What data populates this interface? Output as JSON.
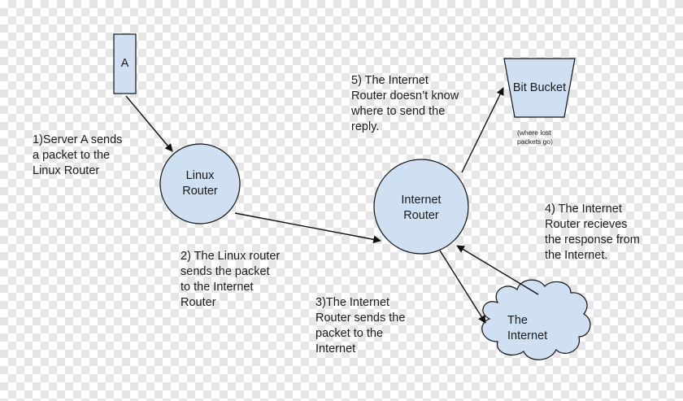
{
  "nodes": {
    "server": "A",
    "linux_router": "Linux\nRouter",
    "internet_router": "Internet\nRouter",
    "bit_bucket": "Bit Bucket",
    "bit_bucket_note": "(where lost\npackets go)",
    "internet": "The\nInternet"
  },
  "steps": {
    "step1": "1)Server A sends\na packet to the\nLinux Router",
    "step2": "2) The Linux router\nsends the packet\nto the Internet\nRouter",
    "step3": "3)The Internet\nRouter sends the\npacket to the\nInternet",
    "step4": "4) The Internet\nRouter recieves\nthe response from\nthe Internet.",
    "step5": "5) The Internet\nRouter doesn’t know\nwhere to send the\nreply."
  },
  "colors": {
    "shape_fill": "#cfe0f3",
    "stroke": "#111111"
  }
}
